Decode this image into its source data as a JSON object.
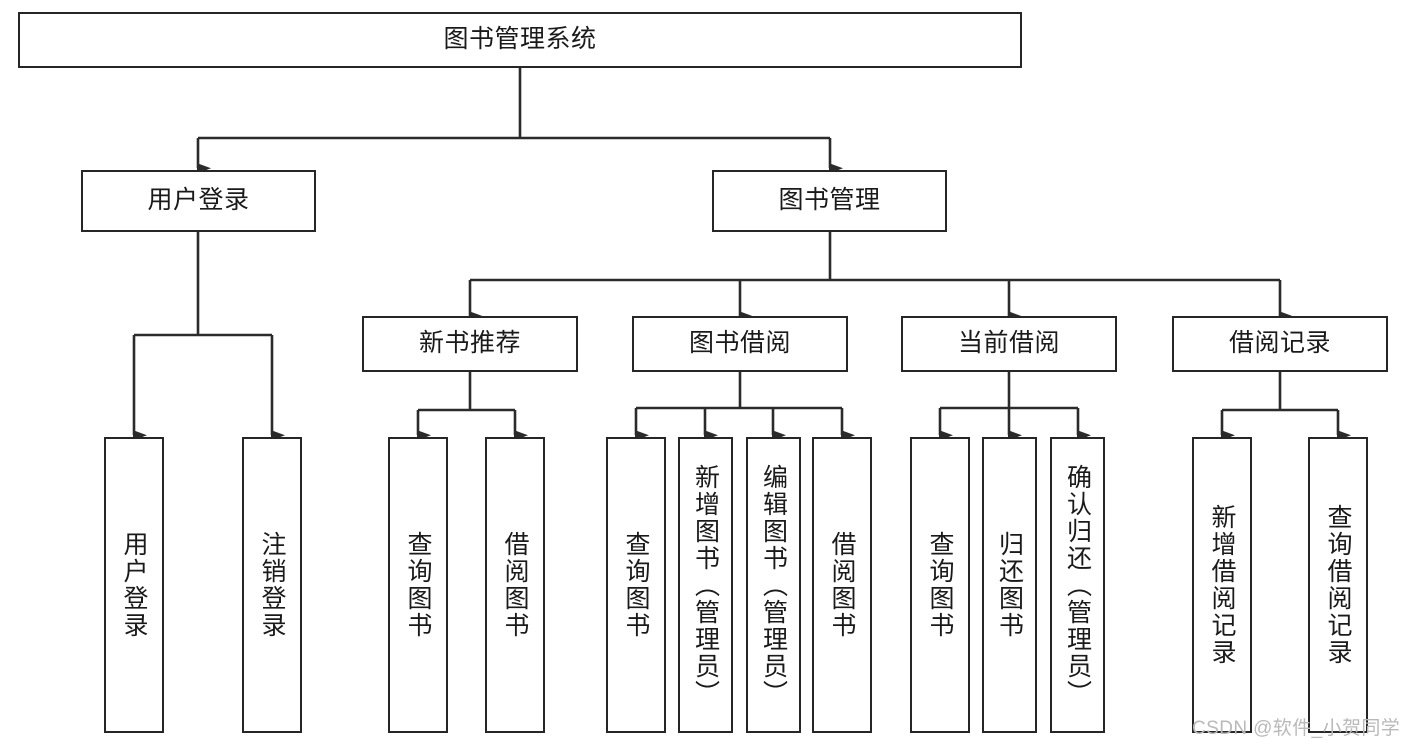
{
  "diagram": {
    "title": "图书管理系统",
    "type": "tree",
    "watermark": "CSDN @软件_小贺同学",
    "colors": {
      "border": "#262626",
      "background": "#ffffff",
      "text": "#1a1a1a",
      "connector": "#2b2b2b",
      "watermark": "#b9b9b9"
    },
    "nodes": {
      "root": {
        "label": "图书管理系统"
      },
      "level2": [
        {
          "id": "user-login",
          "label": "用户登录"
        },
        {
          "id": "book-manage",
          "label": "图书管理"
        }
      ],
      "level3": [
        {
          "id": "new-book-recommend",
          "label": "新书推荐"
        },
        {
          "id": "book-borrow",
          "label": "图书借阅"
        },
        {
          "id": "current-borrow",
          "label": "当前借阅"
        },
        {
          "id": "borrow-record",
          "label": "借阅记录"
        }
      ],
      "leaves": {
        "user_login": [
          {
            "id": "leaf-user-login",
            "label": "用户登录"
          },
          {
            "id": "leaf-logout-login",
            "label": "注销登录"
          }
        ],
        "new_book_recommend": [
          {
            "id": "leaf-query-book-1",
            "label": "查询图书"
          },
          {
            "id": "leaf-borrow-book-1",
            "label": "借阅图书"
          }
        ],
        "book_borrow": [
          {
            "id": "leaf-query-book-2",
            "label": "查询图书"
          },
          {
            "id": "leaf-add-book",
            "label": "新增图书（管理员）"
          },
          {
            "id": "leaf-edit-book",
            "label": "编辑图书（管理员）"
          },
          {
            "id": "leaf-borrow-book-2",
            "label": "借阅图书"
          }
        ],
        "current_borrow": [
          {
            "id": "leaf-query-book-3",
            "label": "查询图书"
          },
          {
            "id": "leaf-return-book",
            "label": "归还图书"
          },
          {
            "id": "leaf-confirm-return",
            "label": "确认归还（管理员）"
          }
        ],
        "borrow_record": [
          {
            "id": "leaf-add-record",
            "label": "新增借阅记录"
          },
          {
            "id": "leaf-query-record",
            "label": "查询借阅记录"
          }
        ]
      }
    }
  }
}
